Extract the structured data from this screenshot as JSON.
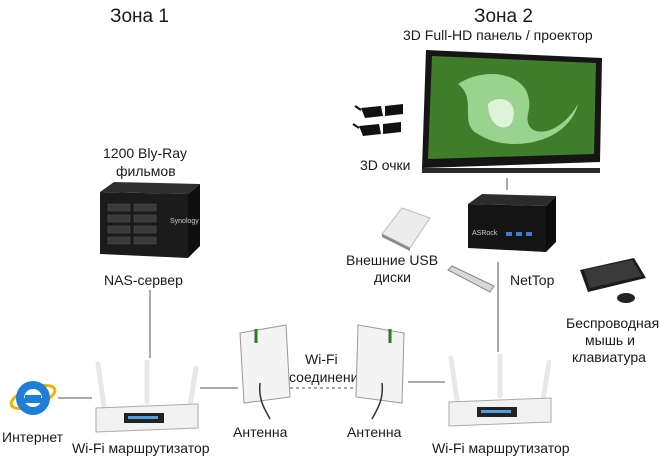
{
  "zones": {
    "zone1_title": "Зона 1",
    "zone2_title": "Зона 2"
  },
  "labels": {
    "tv": "3D Full-HD панель / проектор",
    "glasses": "3D очки",
    "movies_line1": "1200 Bly-Ray",
    "movies_line2": "фильмов",
    "nas": "NAS-сервер",
    "usb_line1": "Внешние USB",
    "usb_line2": "диски",
    "nettop": "NetTop",
    "keyboard_line1": "Беспроводная",
    "keyboard_line2": "мышь и",
    "keyboard_line3": "клавиатура",
    "wifi_line1": "Wi-Fi",
    "wifi_line2": "соединение",
    "internet": "Интернет",
    "router_left": "Wi-Fi маршрутизатор",
    "router_right": "Wi-Fi маршрутизатор",
    "antenna_left": "Антенна",
    "antenna_right": "Антенна"
  },
  "brand": {
    "nas_logo": "Synology",
    "nettop_logo": "ASRock"
  },
  "colors": {
    "tv_screen": "#3f7d2a",
    "device_black": "#1b1b1b",
    "ie_blue": "#1d7fd6",
    "router_white": "#f2f2f2"
  }
}
